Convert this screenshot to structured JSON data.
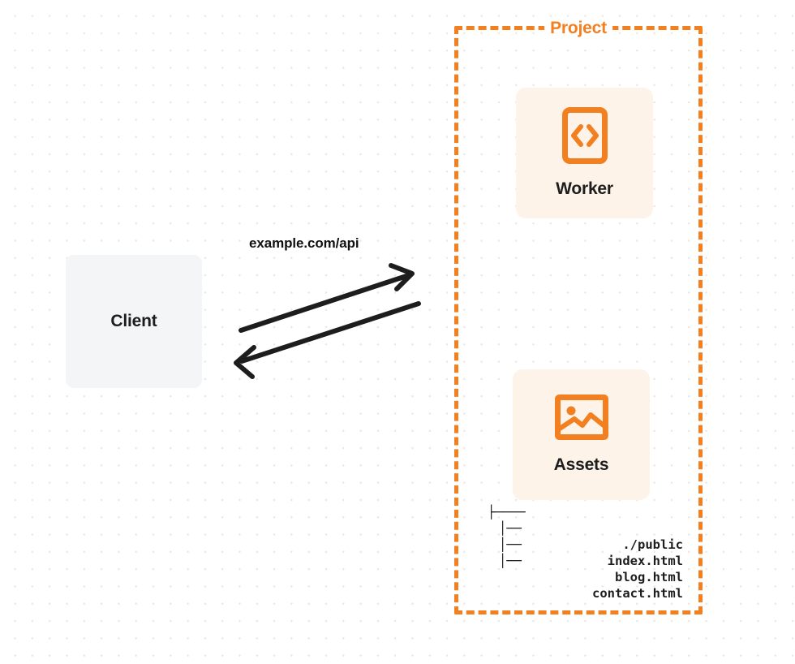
{
  "diagram": {
    "title": "Project architecture diagram",
    "background": "dot-grid",
    "colors": {
      "accent_orange": "#f38020",
      "card_background": "#fdf3e8",
      "client_background": "#f4f5f7",
      "text_dark": "#1d1d1d",
      "grid_dot": "#e8e8e8",
      "arrow_stroke": "#1d1d1d"
    }
  },
  "client": {
    "label": "Client",
    "icon": "client-box"
  },
  "connection": {
    "label": "example.com/api",
    "request_direction": "client-to-project",
    "response_direction": "project-to-client"
  },
  "project": {
    "title": "Project",
    "nodes": [
      {
        "id": "worker",
        "label": "Worker",
        "icon": "code-brackets-icon"
      },
      {
        "id": "assets",
        "label": "Assets",
        "icon": "image-picture-icon"
      }
    ],
    "file_tree": [
      {
        "connector": "├────",
        "name": "./public"
      },
      {
        "connector": "│──",
        "name": "index.html"
      },
      {
        "connector": "│──",
        "name": "blog.html"
      },
      {
        "connector": "│──",
        "name": "contact.html"
      }
    ]
  }
}
